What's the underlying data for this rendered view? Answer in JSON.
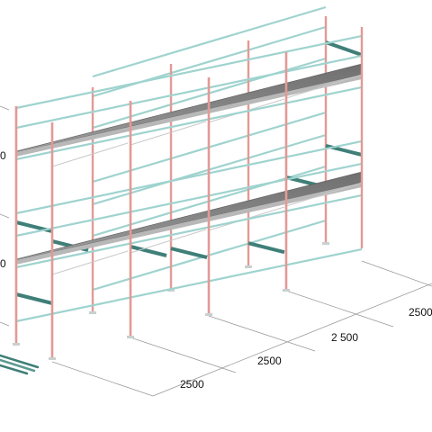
{
  "drawing": {
    "dimensions": {
      "bay_1": "2500",
      "bay_2": "2500",
      "bay_3": "2 500",
      "bay_4": "2500",
      "left_upper": "0",
      "left_lower": "0"
    }
  },
  "colors": {
    "standard": "#e39a95",
    "ledger": "#9fd3cf",
    "transom": "#3f7f78",
    "deck_top": "#7e7e7e",
    "deck_side": "#b8b8b8",
    "base_plate": "#c8d0d0",
    "dimension_line": "#9a9a9a"
  }
}
